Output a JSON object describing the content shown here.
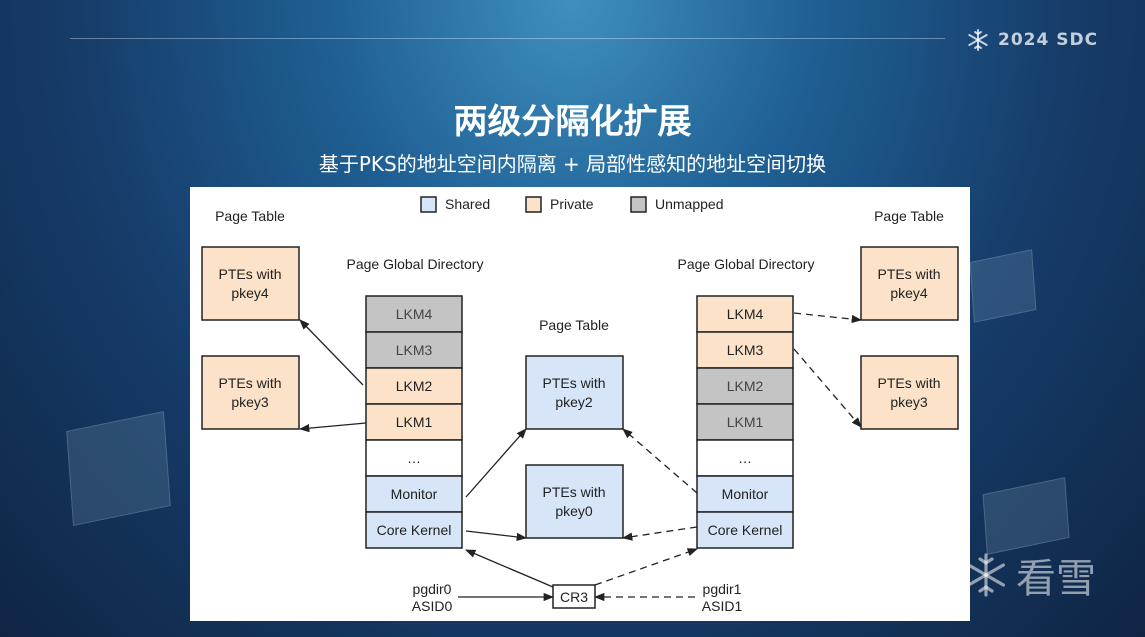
{
  "header": {
    "brand_text": "2024 SDC",
    "title": "两级分隔化扩展",
    "subtitle": "基于PKS的地址空间内隔离 + 局部性感知的地址空间切换"
  },
  "legend": {
    "shared": "Shared",
    "private": "Private",
    "unmapped": "Unmapped"
  },
  "colors": {
    "shared": "#d6e5f7",
    "private": "#fbe2c8",
    "unmapped": "#c4c4c4",
    "border": "#222222"
  },
  "labels": {
    "page_table": "Page Table",
    "page_global_directory": "Page Global Directory",
    "cr3": "CR3",
    "pgdir0": "pgdir0",
    "asid0": "ASID0",
    "pgdir1": "pgdir1",
    "asid1": "ASID1"
  },
  "left_pgd": [
    {
      "label": "LKM4",
      "type": "unmapped"
    },
    {
      "label": "LKM3",
      "type": "unmapped"
    },
    {
      "label": "LKM2",
      "type": "private"
    },
    {
      "label": "LKM1",
      "type": "private"
    },
    {
      "label": "…",
      "type": "empty"
    },
    {
      "label": "Monitor",
      "type": "shared"
    },
    {
      "label": "Core Kernel",
      "type": "shared"
    }
  ],
  "right_pgd": [
    {
      "label": "LKM4",
      "type": "private"
    },
    {
      "label": "LKM3",
      "type": "private"
    },
    {
      "label": "LKM2",
      "type": "unmapped"
    },
    {
      "label": "LKM1",
      "type": "unmapped"
    },
    {
      "label": "…",
      "type": "empty"
    },
    {
      "label": "Monitor",
      "type": "shared"
    },
    {
      "label": "Core Kernel",
      "type": "shared"
    }
  ],
  "pte_boxes": {
    "left_pkey4": [
      "PTEs with",
      "pkey4"
    ],
    "left_pkey3": [
      "PTEs with",
      "pkey3"
    ],
    "center_pkey2": [
      "PTEs with",
      "pkey2"
    ],
    "center_pkey0": [
      "PTEs with",
      "pkey0"
    ],
    "right_pkey4": [
      "PTEs with",
      "pkey4"
    ],
    "right_pkey3": [
      "PTEs with",
      "pkey3"
    ]
  },
  "watermark": {
    "text": "看雪"
  }
}
